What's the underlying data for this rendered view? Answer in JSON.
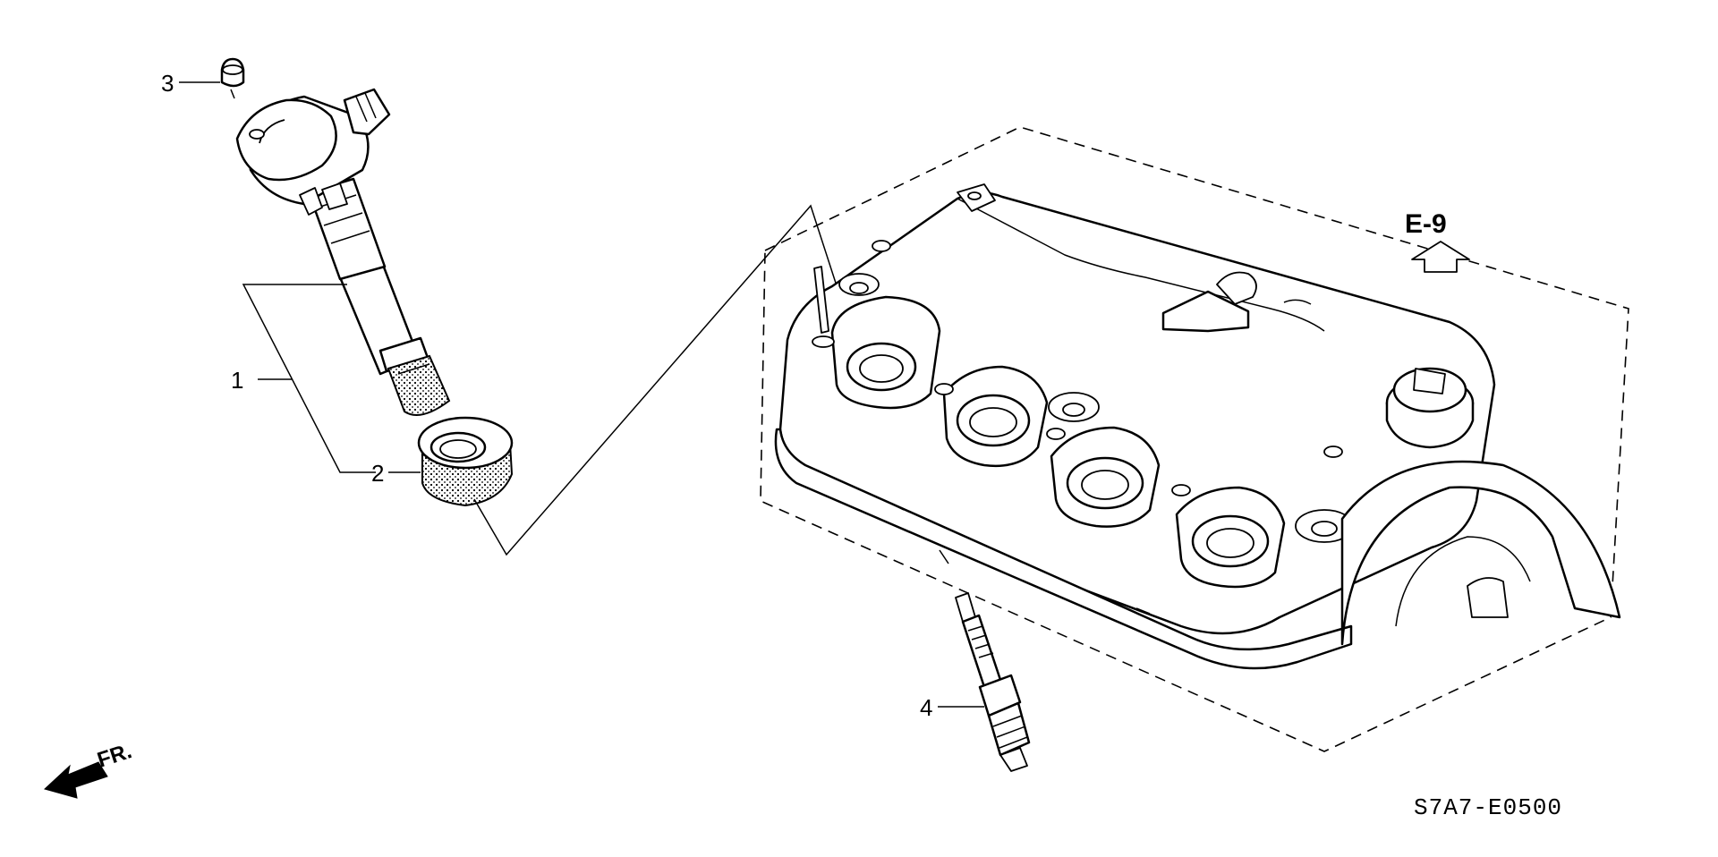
{
  "callouts": [
    {
      "number": "1",
      "part": "ignition-coil-assembly"
    },
    {
      "number": "2",
      "part": "coil-seal"
    },
    {
      "number": "3",
      "part": "bolt"
    },
    {
      "number": "4",
      "part": "spark-plug"
    }
  ],
  "reference": {
    "label": "E-9",
    "icon": "up-arrow-icon"
  },
  "direction": {
    "label": "FR.",
    "icon": "front-arrow-icon"
  },
  "diagram_code": "S7A7-E0500"
}
